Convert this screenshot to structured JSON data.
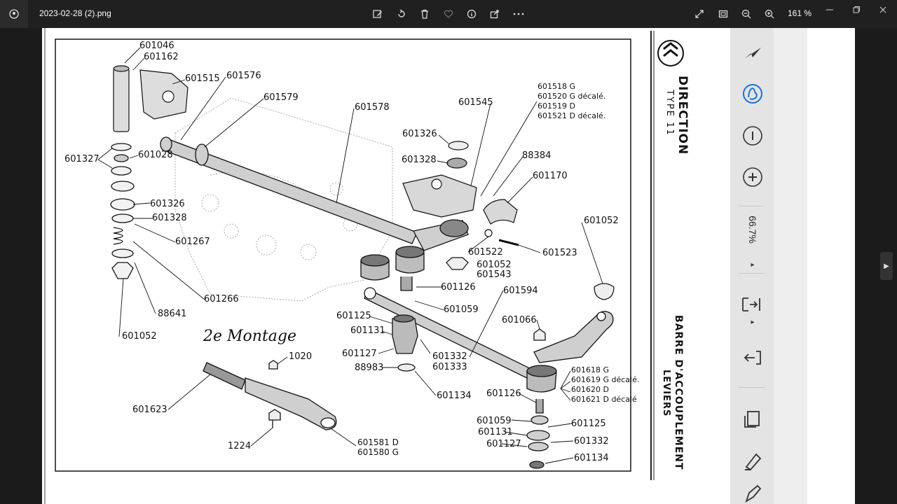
{
  "window": {
    "filename": "2023-02-28 (2).png",
    "zoom_label": "161 %"
  },
  "toolbar": {
    "icons": [
      "edit-image-icon",
      "rotate-icon",
      "delete-icon",
      "favorite-icon",
      "info-icon",
      "share-icon",
      "more-icon"
    ],
    "right_icons": [
      "expand-icon",
      "fit-icon",
      "zoom-out-icon",
      "zoom-in-icon"
    ]
  },
  "side_panel": {
    "zoom_percent": "66.7%",
    "icons": [
      "pointer-icon",
      "hand-tool-icon",
      "zoom-out-tool-icon",
      "zoom-in-tool-icon",
      "fit-page-icon",
      "back-icon",
      "copy-icon",
      "highlight-icon",
      "pen-icon"
    ]
  },
  "document": {
    "header_title": "DIRECTION",
    "header_sub": "TYPE 11",
    "section_title": "BARRE D'ACCOUPLEMENT",
    "section_sub": "LEVIERS",
    "montage_label": "2e Montage",
    "part_labels": [
      "601046",
      "601162",
      "601515",
      "601576",
      "601579",
      "601578",
      "601545",
      "601518 G",
      "601520 G décalé.",
      "601519 D",
      "601521 D décalé.",
      "601326",
      "601328",
      "88384",
      "601170",
      "601327",
      "601028",
      "601326",
      "601328",
      "601267",
      "601052",
      "601522",
      "601523",
      "601052",
      "601543",
      "601266",
      "601126",
      "601059",
      "601594",
      "88641",
      "601125",
      "601131",
      "601066",
      "601052",
      "601127",
      "601332",
      "601333",
      "88983",
      "601134",
      "601618 G",
      "601619 G décalé.",
      "601620 D",
      "601621 D décalé",
      "1020",
      "601623",
      "601126",
      "601059",
      "601125",
      "601131",
      "601332",
      "601127",
      "601134",
      "1224",
      "601581 D",
      "601580 G"
    ]
  }
}
